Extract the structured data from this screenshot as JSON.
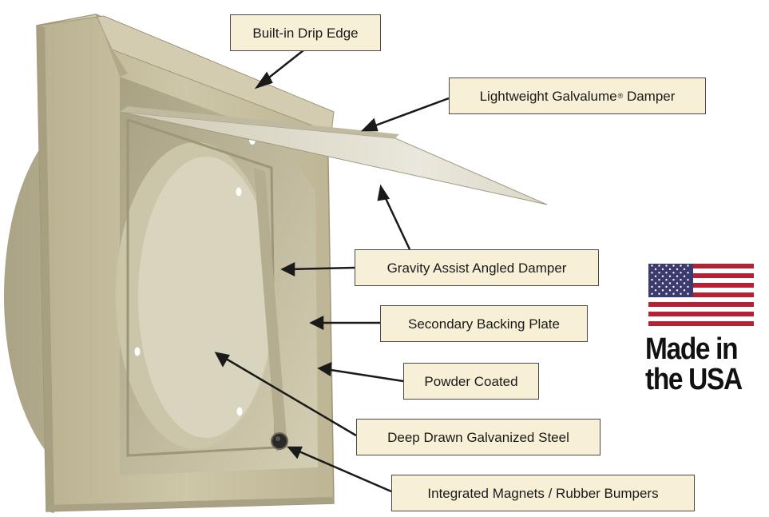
{
  "callouts": [
    {
      "text": "Built-in Drip Edge"
    },
    {
      "text": "Lightweight Galvalume",
      "sup": "®",
      "suffix": " Damper"
    },
    {
      "text": "Gravity Assist Angled Damper"
    },
    {
      "text": "Secondary Backing Plate"
    },
    {
      "text": "Powder Coated"
    },
    {
      "text": "Deep Drawn Galvanized Steel"
    },
    {
      "text": "Integrated Magnets / Rubber Bumpers"
    }
  ],
  "badge": {
    "line1": "Made in",
    "line2": "the USA"
  },
  "colors": {
    "body_finish": "#c4bc9c",
    "callout_fill": "#f7efd6",
    "flag_red": "#b22234",
    "flag_blue": "#3c3b6e"
  }
}
